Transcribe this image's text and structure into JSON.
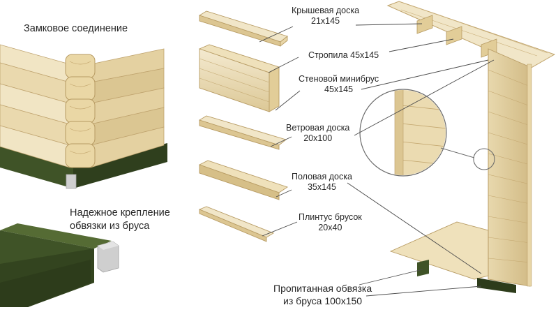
{
  "sections": {
    "lock_joint": "Замковое соединение",
    "frame_fastening": [
      "Надежное крепление",
      "обвязки из бруса"
    ]
  },
  "labels": [
    {
      "id": "roof-board",
      "lines": [
        "Крышевая доска",
        "21x145"
      ]
    },
    {
      "id": "rafters",
      "lines": [
        "Стропила 45x145"
      ]
    },
    {
      "id": "wall-minibeam",
      "lines": [
        "Стеновой минибрус",
        "45x145"
      ]
    },
    {
      "id": "wind-board",
      "lines": [
        "Ветровая доска",
        "20x100"
      ]
    },
    {
      "id": "floor-board",
      "lines": [
        "Половая доска",
        "35x145"
      ]
    },
    {
      "id": "skirting-bar",
      "lines": [
        "Плинтус брусок",
        "20x40"
      ]
    },
    {
      "id": "impregnated-frame",
      "lines": [
        "Пропитанная обвязка",
        "из бруса 100x150"
      ]
    }
  ],
  "colors": {
    "wood_light": "#efe3bf",
    "wood_mid": "#e2cf9d",
    "wood_dark": "#c9b07a",
    "frame_green": "#3f5327",
    "frame_green_dark": "#2d3c1b",
    "concrete": "#c9c9c9",
    "leader_line": "#4a4a4a"
  }
}
